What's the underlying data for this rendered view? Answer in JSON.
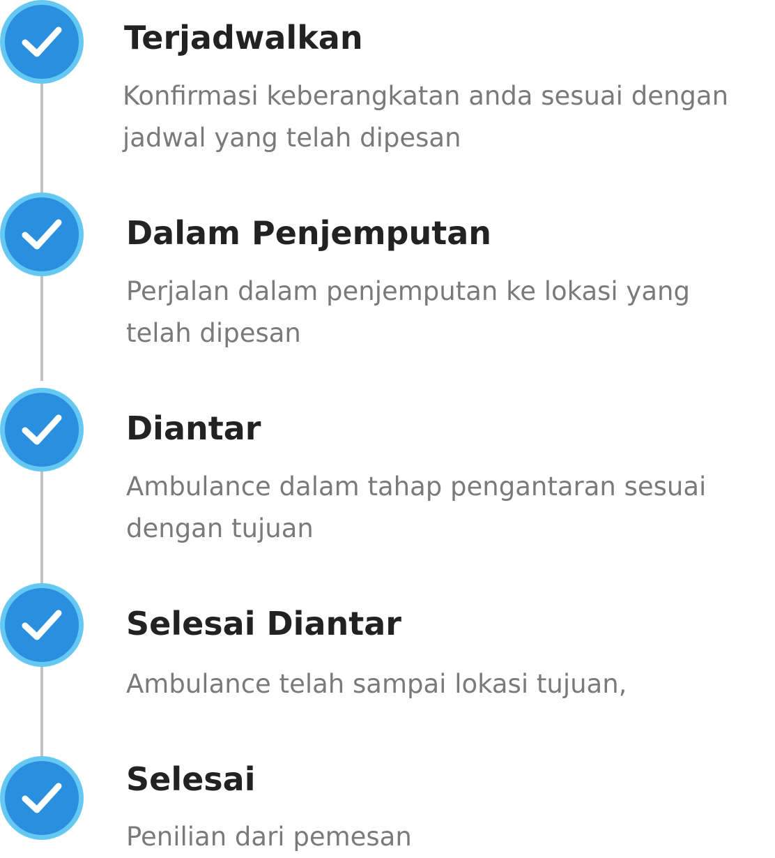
{
  "colors": {
    "icon_outer": "#65c8f2",
    "icon_inner": "#2a8fde",
    "connector": "#c2c2c2",
    "title": "#222222",
    "description": "#7a7a7a"
  },
  "steps": [
    {
      "title": "Terjadwalkan",
      "description": "Konfirmasi keberangkatan anda sesuai dengan jadwal yang telah dipesan",
      "icon": "check-icon",
      "completed": true
    },
    {
      "title": "Dalam Penjemputan",
      "description": "Perjalan dalam penjemputan ke lokasi yang telah dipesan",
      "icon": "check-icon",
      "completed": true
    },
    {
      "title": "Diantar",
      "description": "Ambulance dalam tahap pengantaran sesuai dengan tujuan",
      "icon": "check-icon",
      "completed": true
    },
    {
      "title": "Selesai Diantar",
      "description": "Ambulance telah sampai lokasi tujuan,",
      "icon": "check-icon",
      "completed": true
    },
    {
      "title": "Selesai",
      "description": "Penilian dari pemesan",
      "icon": "check-icon",
      "completed": true
    }
  ]
}
